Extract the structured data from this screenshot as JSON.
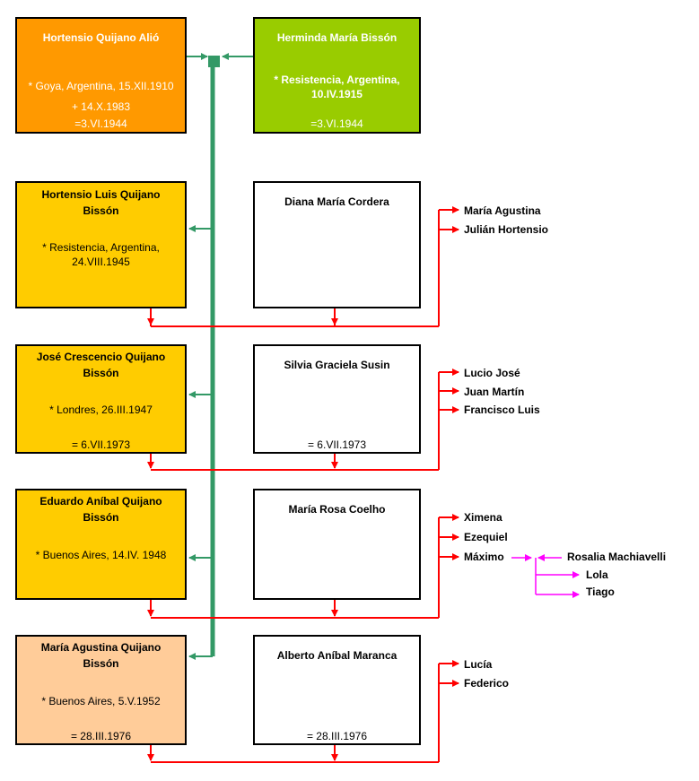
{
  "colors": {
    "father_fill": "#ff9900",
    "mother_fill": "#99cc00",
    "child_fill": "#ffcc00",
    "youngest_fill": "#ffcc99",
    "spouse_fill": "#ffffff",
    "green_line": "#339966",
    "red_line": "#ff0000",
    "magenta_line": "#ff00ff"
  },
  "parents": {
    "father": {
      "name": "Hortensio Quijano Alió",
      "birth": "* Goya, Argentina, 15.XII.1910",
      "death": "+ 14.X.1983",
      "marriage": "=3.VI.1944"
    },
    "mother": {
      "name": "Herminda María Bissón",
      "birth": "* Resistencia, Argentina, 10.IV.1915",
      "marriage": "=3.VI.1944"
    }
  },
  "families": [
    {
      "child": {
        "name": "Hortensio Luis Quijano Bissón",
        "birth": "* Resistencia, Argentina, 24.VIII.1945",
        "marriage": ""
      },
      "spouse": {
        "name": "Diana María Cordera",
        "marriage": ""
      },
      "children": [
        "María Agustina",
        "Julián Hortensio"
      ]
    },
    {
      "child": {
        "name": "José Crescencio Quijano Bissón",
        "birth": "* Londres, 26.III.1947",
        "marriage": "= 6.VII.1973"
      },
      "spouse": {
        "name": "Silvia Graciela Susin",
        "marriage": "= 6.VII.1973"
      },
      "children": [
        "Lucio José",
        "Juan Martín",
        "Francisco Luis"
      ]
    },
    {
      "child": {
        "name": "Eduardo Aníbal Quijano Bissón",
        "birth": "* Buenos Aires, 14.IV. 1948",
        "marriage": ""
      },
      "spouse": {
        "name": "María Rosa Coelho",
        "marriage": ""
      },
      "children": [
        "Ximena",
        "Ezequiel",
        "Máximo"
      ]
    },
    {
      "child": {
        "name": "María Agustina Quijano Bissón",
        "birth": "* Buenos Aires, 5.V.1952",
        "marriage": "= 28.III.1976"
      },
      "spouse": {
        "name": "Alberto Aníbal Maranca",
        "marriage": "= 28.III.1976"
      },
      "children": [
        "Lucía",
        "Federico"
      ]
    }
  ],
  "grandchild_family": {
    "spouse": "Rosalia Machiavelli",
    "children": [
      "Lola",
      "Tiago"
    ]
  }
}
